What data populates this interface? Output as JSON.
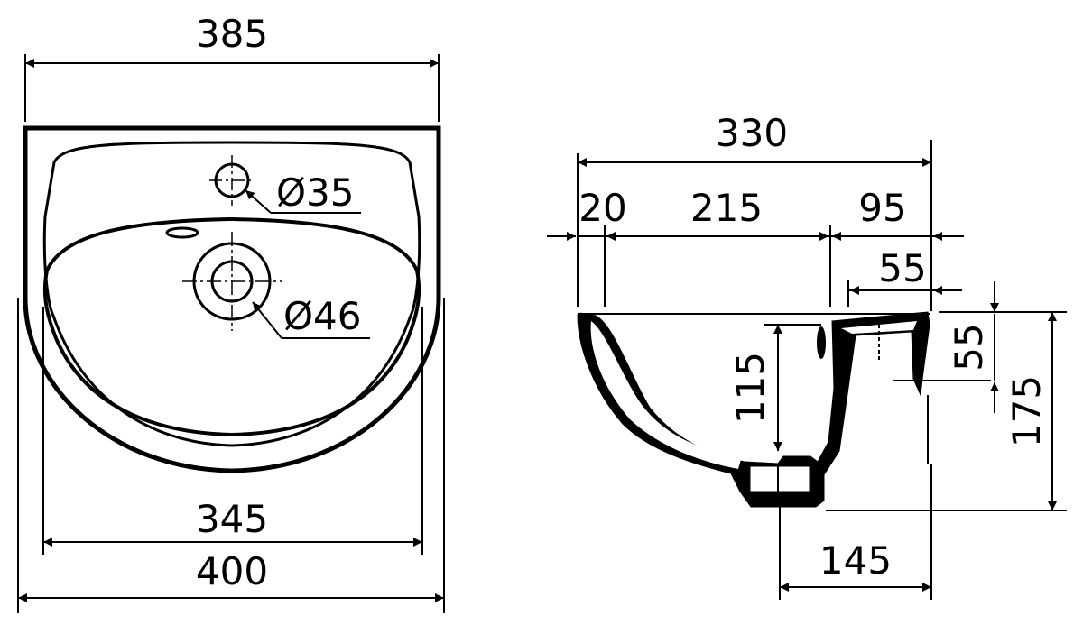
{
  "colors": {
    "ink": "#000000",
    "paper": "#ffffff"
  },
  "top_view": {
    "dim_top_width": "385",
    "dim_tap_hole": "Ø35",
    "dim_drain_hole": "Ø46",
    "dim_bowl_width": "345",
    "dim_overall_width": "400"
  },
  "side_view": {
    "dim_overall_depth": "330",
    "dim_rim": "20",
    "dim_bowl_depth": "215",
    "dim_back": "95",
    "dim_back_inner": "55",
    "dim_overflow_height": "55",
    "dim_bowl_height": "115",
    "dim_overall_height": "175",
    "dim_drain_offset": "145"
  }
}
